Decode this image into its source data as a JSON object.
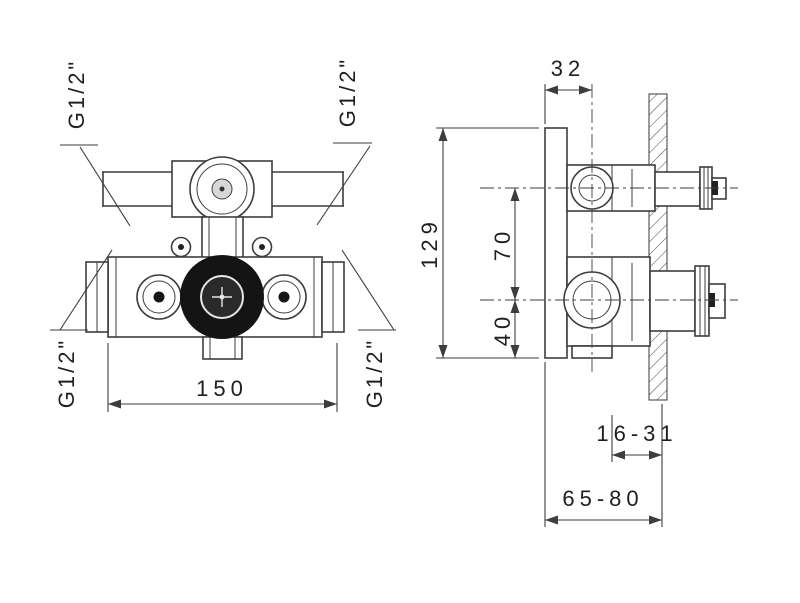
{
  "drawing": {
    "title": "thermostatic-built-in-valve-dimension-drawing",
    "front_view": {
      "width_label": "150",
      "thread_top_left": "G1/2\"",
      "thread_top_right": "G1/2\"",
      "thread_bottom_left": "G1/2\"",
      "thread_bottom_right": "G1/2\""
    },
    "side_view": {
      "top_offset": "32",
      "total_height": "129",
      "port_spacing": "70",
      "lower_offset": "40",
      "wall_depth_range": "16-31",
      "total_depth_range": "65-80"
    },
    "colors": {
      "line": "#3d3d3d",
      "dark_fill": "#141414",
      "background": "#ffffff"
    }
  }
}
